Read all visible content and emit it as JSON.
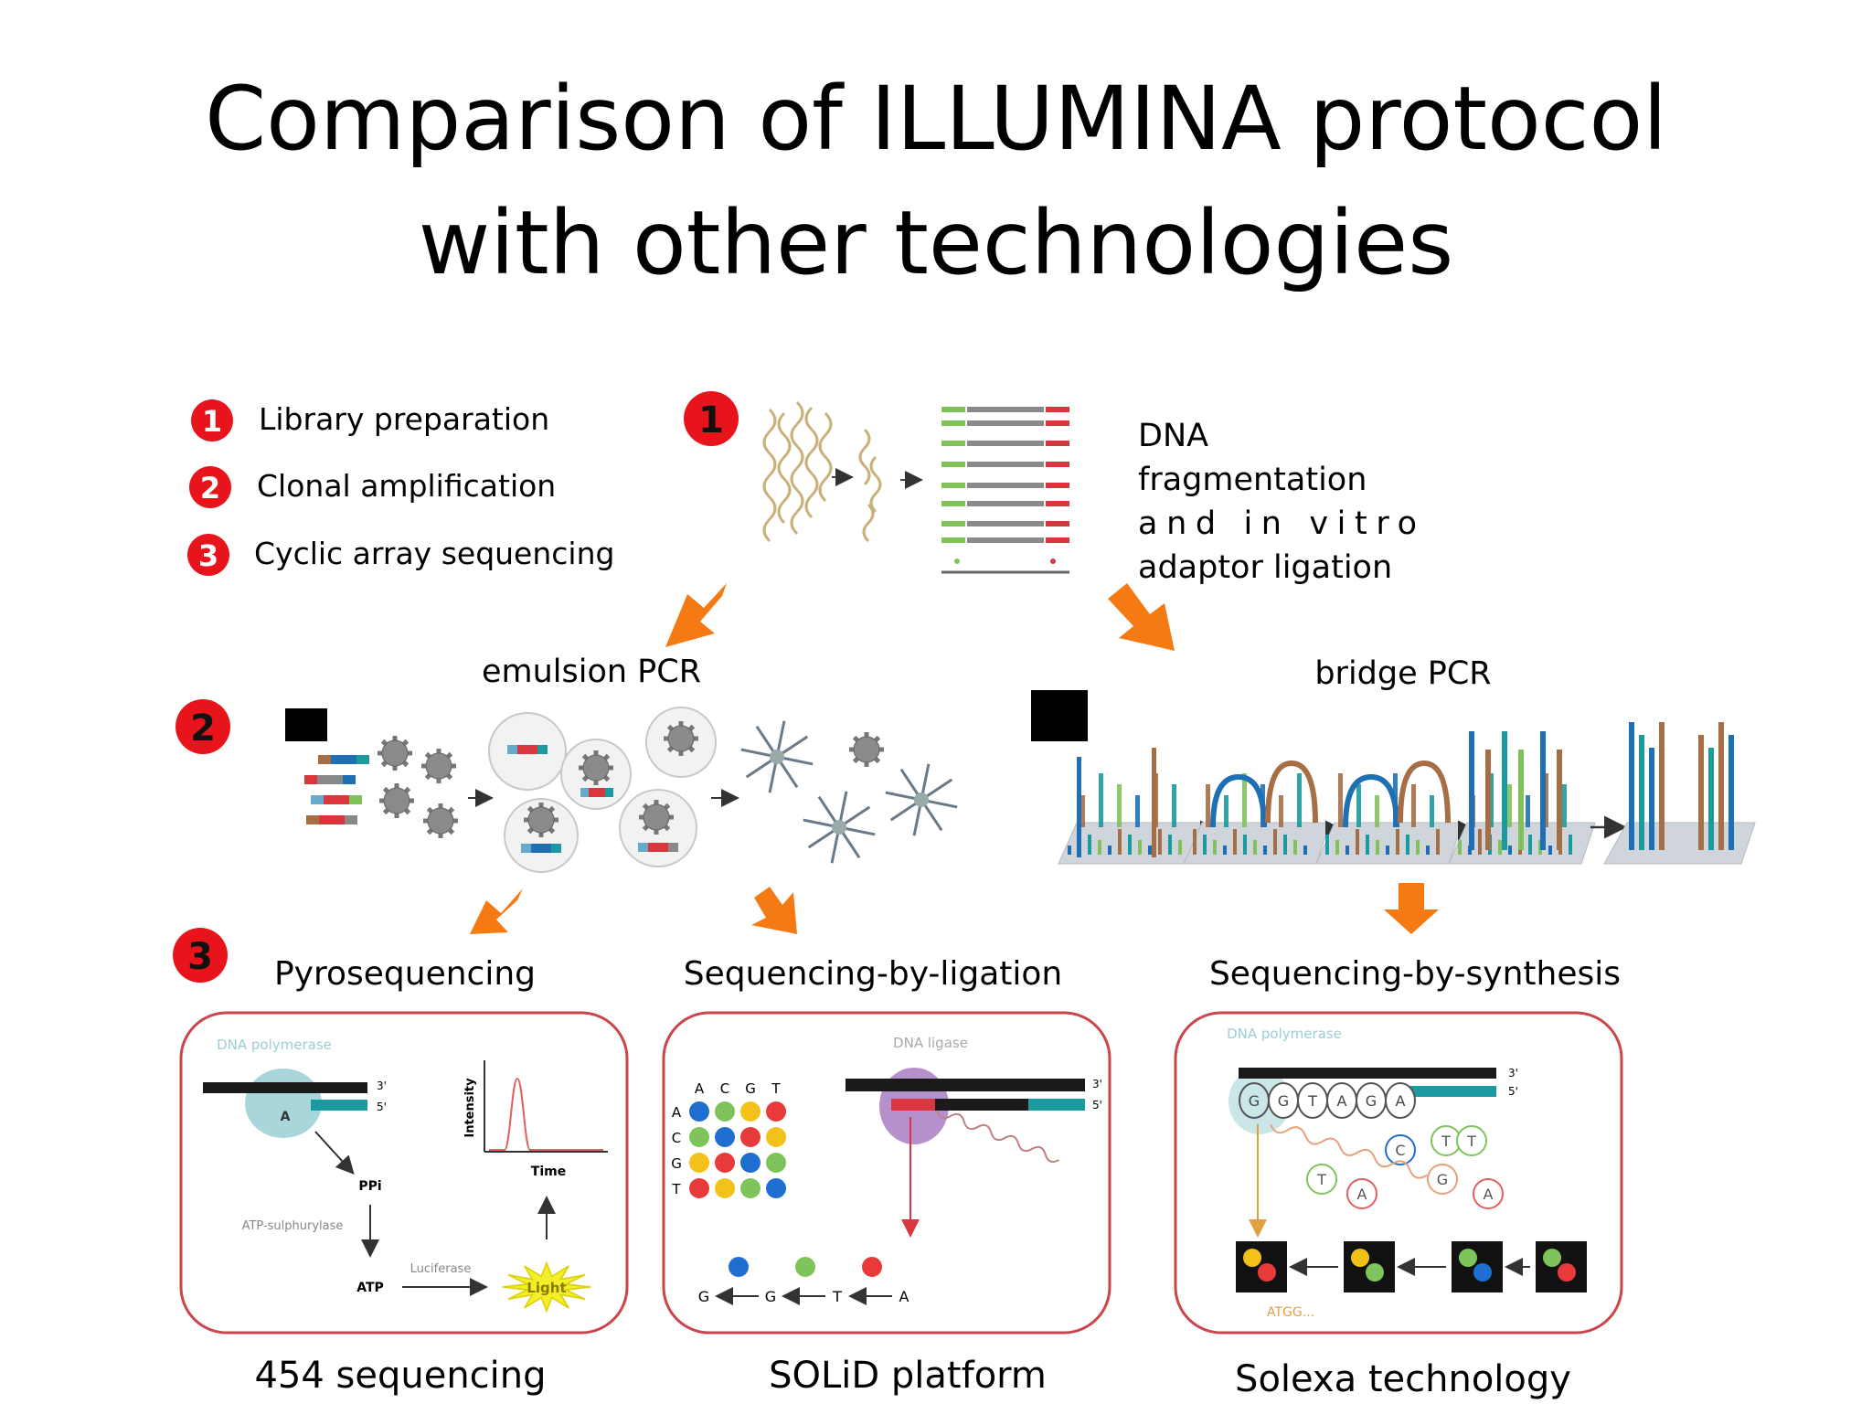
{
  "slide": {
    "title_line1": "Comparison of ILLUMINA protocol",
    "title_line2": "with other technologies"
  },
  "legend": [
    {
      "num": "1",
      "label": "Library preparation"
    },
    {
      "num": "2",
      "label": "Clonal amplification"
    },
    {
      "num": "3",
      "label": "Cyclic array sequencing"
    }
  ],
  "steps": {
    "one": "1",
    "two": "2",
    "three": "3"
  },
  "library": {
    "desc": [
      "DNA",
      "fragmentation",
      "and in vitro",
      "adaptor ligation"
    ]
  },
  "amplification": {
    "emulsion": "emulsion PCR",
    "bridge": "bridge PCR"
  },
  "methods": {
    "pyro": {
      "title": "Pyrosequencing",
      "platform": "454 sequencing",
      "enzyme": "DNA polymerase",
      "base": "A",
      "ppi": "PPi",
      "sulf": "ATP-sulphurylase",
      "atp": "ATP",
      "luc": "Luciferase",
      "light": "Light",
      "intensity": "Intensity",
      "time": "Time",
      "three_prime": "3'",
      "five_prime": "5'"
    },
    "ligation": {
      "title": "Sequencing-by-ligation",
      "platform": "SOLiD platform",
      "enzyme": "DNA ligase",
      "cols": [
        "A",
        "C",
        "G",
        "T"
      ],
      "rows": [
        "A",
        "C",
        "G",
        "T"
      ],
      "read": [
        "G",
        "G",
        "T",
        "A"
      ],
      "three_prime": "3'",
      "five_prime": "5'"
    },
    "synthesis": {
      "title": "Sequencing-by-synthesis",
      "platform": "Solexa technology",
      "enzyme": "DNA polymerase",
      "chain": [
        "G",
        "G",
        "T",
        "A",
        "G",
        "A"
      ],
      "free": [
        "T",
        "C",
        "T",
        "T",
        "G",
        "A",
        "A"
      ],
      "readout": "ATGG...",
      "three_prime": "3'",
      "five_prime": "5'"
    }
  },
  "colors": {
    "red_badge": "#e8141c",
    "orange_arrow": "#f57a14",
    "panel_border": "#c9464b",
    "teal": "#1b9aa0",
    "green": "#7fc25a",
    "adaptor_red": "#d9363e",
    "blue": "#1f6fb5",
    "brown": "#a56e45",
    "light_blue": "#a9d6da",
    "purple": "#a87ec2"
  }
}
